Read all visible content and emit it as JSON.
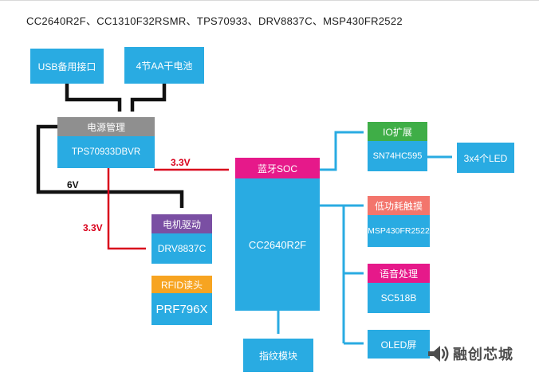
{
  "page": {
    "title": "CC2640R2F、CC1310F32RSMR、TPS70933、DRV8837C、MSP430FR2522"
  },
  "blocks": {
    "usb": {
      "label": "USB备用接口"
    },
    "battery": {
      "label": "4节AA干电池"
    },
    "power": {
      "header": "电源管理",
      "chip": "TPS70933DBVR"
    },
    "bt_soc": {
      "header": "蓝牙SOC",
      "chip": "CC2640R2F"
    },
    "io_expand": {
      "header": "IO扩展",
      "chip": "SN74HC595"
    },
    "led": {
      "label": "3x4个LED"
    },
    "touch": {
      "header": "低功耗触摸",
      "chip": "MSP430FR2522"
    },
    "voice": {
      "header": "语音处理",
      "chip": "SC518B"
    },
    "oled": {
      "label": "OLED屏"
    },
    "motor": {
      "header": "电机驱动",
      "chip": "DRV8837C"
    },
    "rfid": {
      "header": "RFID读头",
      "chip": "PRF796X"
    },
    "fingerprint": {
      "label": "指纹模块"
    }
  },
  "wire_labels": {
    "soc_power": "3.3V",
    "motor_rail": "6V",
    "motor_power": "3.3V"
  },
  "watermark": {
    "brand": "融创芯城"
  },
  "colors": {
    "block_blue": "#29abe2",
    "gray_header": "#8f8f8f",
    "magenta_header": "#e6198a",
    "green_header": "#3fae47",
    "salmon_header": "#f3756c",
    "purple_header": "#7a4fa3",
    "orange_header": "#f7a421",
    "wire_red": "#d9001b",
    "wire_black": "#111111",
    "wire_blue": "#29abe2"
  }
}
